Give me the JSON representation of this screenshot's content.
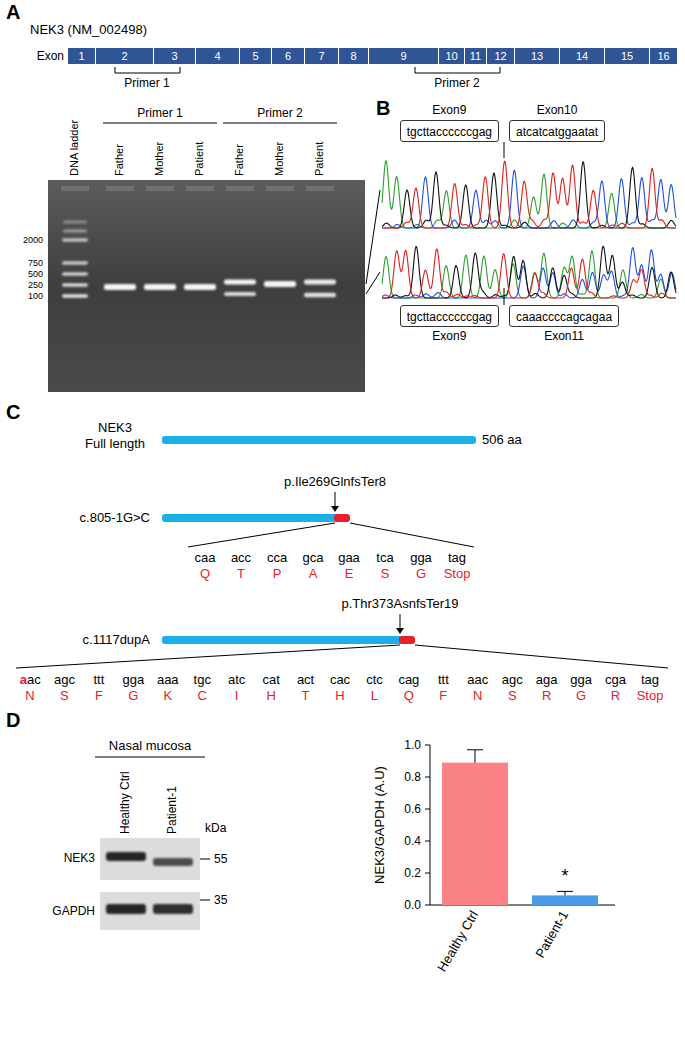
{
  "diagram": {
    "nodes": [
      {
        "text": [
          "1"
        ]
      },
      {
        "text": [
          "2"
        ]
      },
      {
        "text": [
          "3"
        ]
      },
      {
        "text": [
          "4"
        ]
      },
      {
        "text": [
          "5"
        ]
      },
      {
        "text": [
          "6"
        ]
      },
      {
        "text": [
          "7"
        ]
      },
      {
        "text": [
          "8"
        ]
      },
      {
        "text": [
          "9"
        ]
      },
      {
        "text": [
          "10"
        ]
      },
      {
        "text": [
          "11"
        ]
      },
      {
        "text": [
          "12"
        ]
      },
      {
        "text": [
          "13"
        ]
      },
      {
        "text": [
          "14"
        ]
      },
      {
        "text": [
          "15"
        ]
      },
      {
        "text": [
          "16"
        ]
      },
      {
        "text": [
          "Exon9",
          "tgcttaccccccgag"
        ]
      },
      {
        "text": [
          "Exon10",
          "atcatcatggaatat"
        ]
      },
      {
        "text": [
          "tgcttaccccccgag",
          "Exon9"
        ]
      },
      {
        "text": [
          "caaaccccagcagaa",
          "Exon11"
        ]
      }
    ],
    "labels": [
      "A",
      "NEK3 (NM_002498)",
      "Exon",
      "Primer 1",
      "Primer 2",
      "Primer 1",
      "Primer 2",
      "DNA ladder",
      "Father",
      "Mother",
      "Patient",
      "Father",
      "Mother",
      "Patient",
      "2000",
      "750",
      "500",
      "250",
      "100",
      "B",
      "C",
      "NEK3",
      "Full length",
      "506 aa",
      "p.Ile269GlnfsTer8",
      "c.805-1G>C",
      "caa",
      "acc",
      "cca",
      "gca",
      "gaa",
      "tca",
      "gga",
      "tag",
      "Q",
      "T",
      "P",
      "A",
      "E",
      "S",
      "G",
      "Stop",
      "p.Thr373AsnfsTer19",
      "c.1117dupA",
      "a",
      "ac",
      "agc",
      "ttt",
      "gga",
      "aaa",
      "tgc",
      "atc",
      "cat",
      "act",
      "cac",
      "ctc",
      "cag",
      "ttt",
      "aac",
      "agc",
      "aga",
      "gga",
      "cga",
      "tag",
      "N",
      "S",
      "F",
      "G",
      "K",
      "C",
      "I",
      "H",
      "T",
      "H",
      "L",
      "Q",
      "F",
      "N",
      "S",
      "R",
      "G",
      "R",
      "Stop",
      "D",
      "Nasal mucosa",
      "Healthy Ctrl",
      "Patient-1",
      "kDa",
      "NEK3",
      "GAPDH",
      "55",
      "35",
      "1.0",
      "0.8",
      "0.6",
      "0.4",
      "0.2",
      "0.0",
      "NEK3/GAPDH (A.U)",
      "Healthy Ctrl",
      "Patient-1",
      "*"
    ]
  }
}
